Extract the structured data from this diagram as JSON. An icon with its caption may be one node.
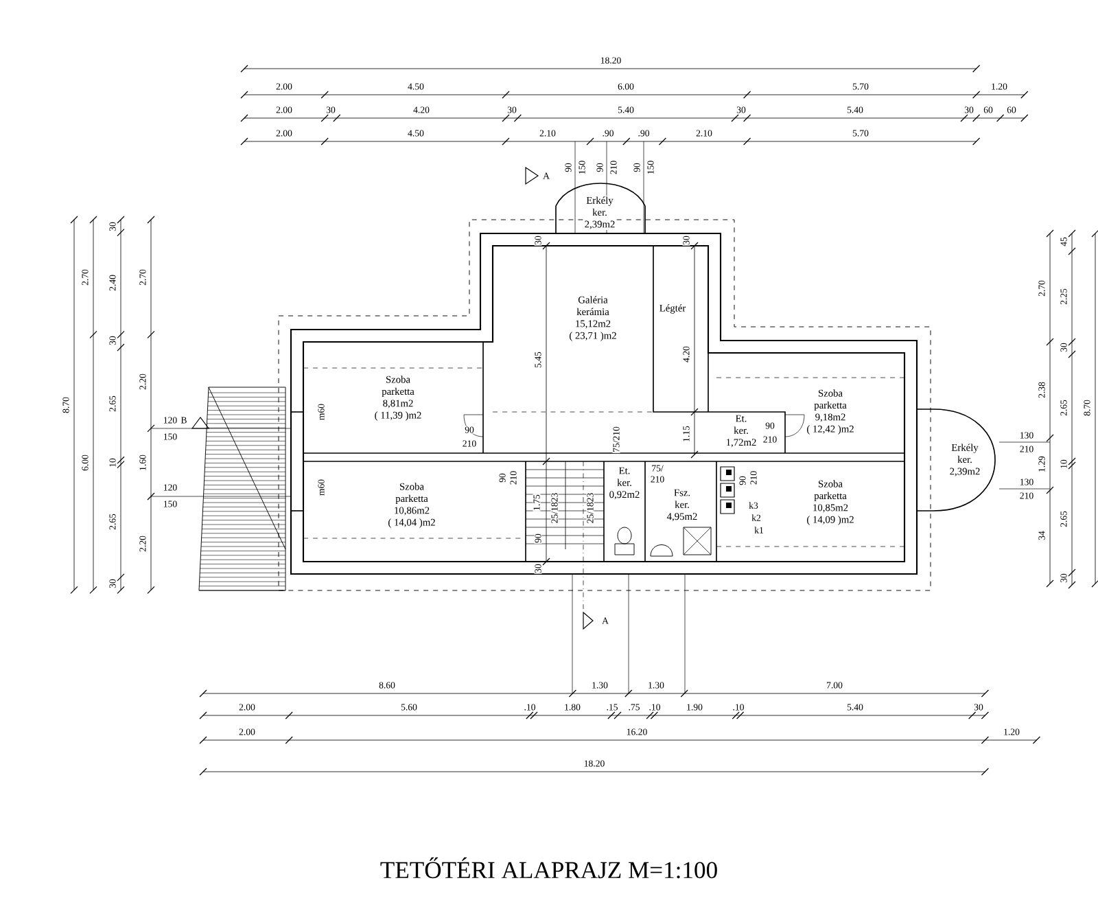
{
  "diagram": {
    "title": "TETŐTÉRI ALAPRAJZ M=1:100",
    "nodes": [
      {
        "text": [
          "Erkély",
          "ker.",
          "2,39m2"
        ]
      },
      {
        "text": [
          "Galéria",
          "kerámia",
          "15,12m2",
          "( 23,71 )m2"
        ]
      },
      {
        "text": [
          "Légtér"
        ]
      },
      {
        "text": [
          "Szoba",
          "parketta",
          "8,81m2",
          "( 11,39 )m2"
        ]
      },
      {
        "text": [
          "Szoba",
          "parketta",
          "9,18m2",
          "( 12,42 )m2"
        ]
      },
      {
        "text": [
          "Et.",
          "ker.",
          "1,72m2"
        ]
      },
      {
        "text": [
          "Erkély",
          "ker.",
          "2,39m2"
        ]
      },
      {
        "text": [
          "Szoba",
          "parketta",
          "10,86m2",
          "( 14,04 )m2"
        ]
      },
      {
        "text": [
          "Et.",
          "ker.",
          "0,92m2"
        ]
      },
      {
        "text": [
          "Fsz.",
          "ker.",
          "4,95m2"
        ]
      },
      {
        "text": [
          "Szoba",
          "parketta",
          "10,85m2",
          "( 14,09 )m2"
        ]
      }
    ],
    "labels": [
      "18.20",
      "2.00",
      "4.50",
      "6.00",
      "5.70",
      "1.20",
      "2.00",
      "30",
      "4.20",
      "30",
      "5.40",
      "30",
      "5.40",
      "30",
      "60",
      "60",
      "2.00",
      "4.50",
      "2.10",
      ".90",
      ".90",
      "2.10",
      "5.70",
      "90",
      "150",
      "90",
      "210",
      "90",
      "150",
      "A",
      "30",
      "30",
      "8.70",
      "2.70",
      "6.00",
      "30",
      "2.40",
      "30",
      "2.65",
      "10",
      "2.65",
      "30",
      "2.70",
      "2.20",
      "1.60",
      "2.20",
      "120",
      "150",
      "B",
      "120",
      "150",
      "m60",
      "m60",
      "5.45",
      "4.20",
      "90",
      "210",
      "1.15",
      "90",
      "210",
      "90",
      "210",
      "75/210",
      "1.75",
      "25/1823",
      "25/1823",
      "75/",
      "210",
      "90",
      "210",
      "k3",
      "k2",
      "k1",
      "90",
      "30",
      "130",
      "210",
      "130",
      "210",
      "45",
      "2.70",
      "2.25",
      "30",
      "2.38",
      "2.65",
      "8.70",
      "1.29",
      "10",
      "2.65",
      "34",
      "30",
      "A",
      "8.60",
      "1.30",
      "1.30",
      "7.00",
      "2.00",
      "5.60",
      ".10",
      "1.80",
      ".15",
      ".75",
      ".10",
      "1.90",
      ".10",
      "5.40",
      "30",
      "2.00",
      "16.20",
      "1.20",
      "18.20"
    ]
  }
}
